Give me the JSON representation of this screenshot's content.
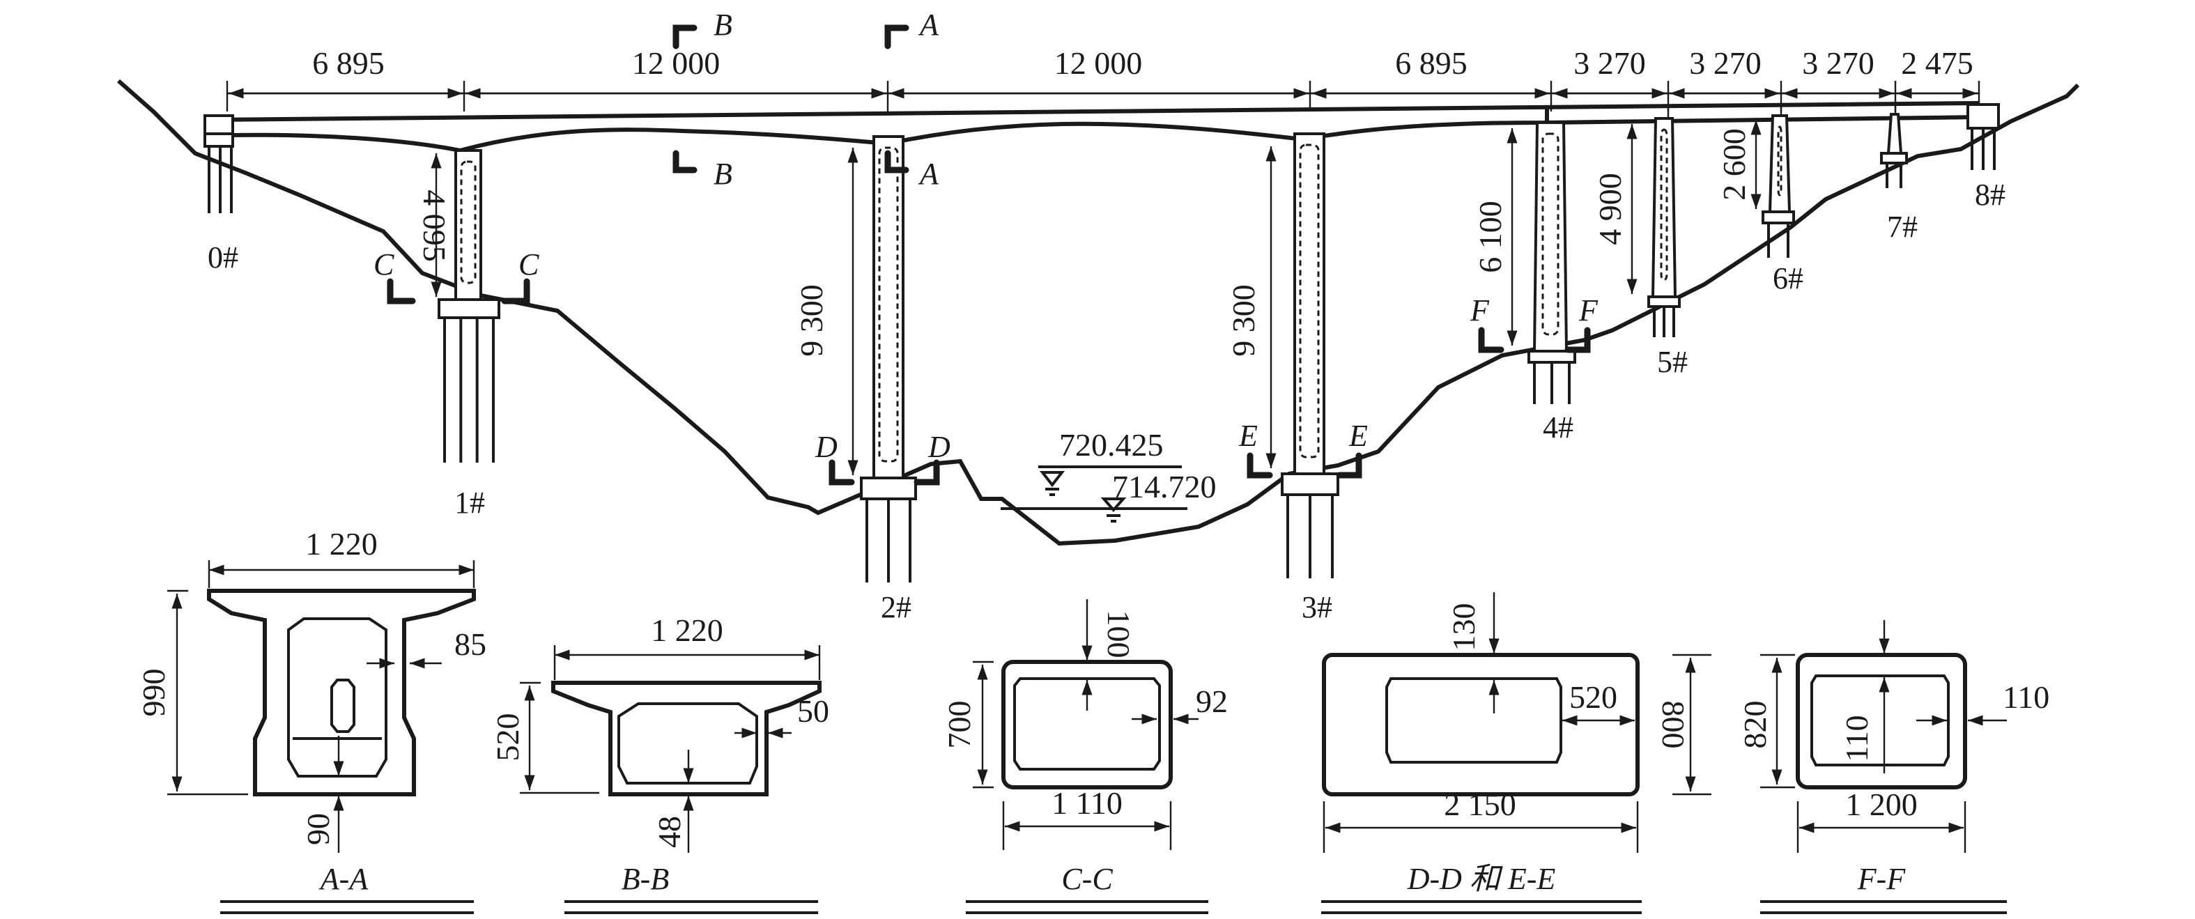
{
  "spans": [
    "6 895",
    "12 000",
    "12 000",
    "6 895",
    "3 270",
    "3 270",
    "3 270",
    "2 475"
  ],
  "pier_labels": [
    "0#",
    "1#",
    "2#",
    "3#",
    "4#",
    "5#",
    "6#",
    "7#",
    "8#"
  ],
  "pier_heights": [
    "4 095",
    "9 300",
    "9 300",
    "6 100",
    "4 900",
    "2 600"
  ],
  "section_marks": {
    "A": "A",
    "B": "B",
    "C": "C",
    "D": "D",
    "E": "E",
    "F": "F"
  },
  "water_levels": [
    "720.425",
    "714.720"
  ],
  "sections": {
    "aa": {
      "title": "A-A",
      "width": "1 220",
      "height": "990",
      "web": "85",
      "bottom": "90"
    },
    "bb": {
      "title": "B-B",
      "width": "1 220",
      "height": "520",
      "web": "50",
      "bottom": "48"
    },
    "cc": {
      "title": "C-C",
      "top": "100",
      "height": "700",
      "wall": "92",
      "width": "1 110"
    },
    "dd": {
      "title": "D-D 和 E-E",
      "top": "130",
      "wall": "520",
      "height": "800",
      "width": "2 150"
    },
    "ff": {
      "title": "F-F",
      "height": "820",
      "inner": "110",
      "wall": "110",
      "width": "1 200"
    }
  }
}
